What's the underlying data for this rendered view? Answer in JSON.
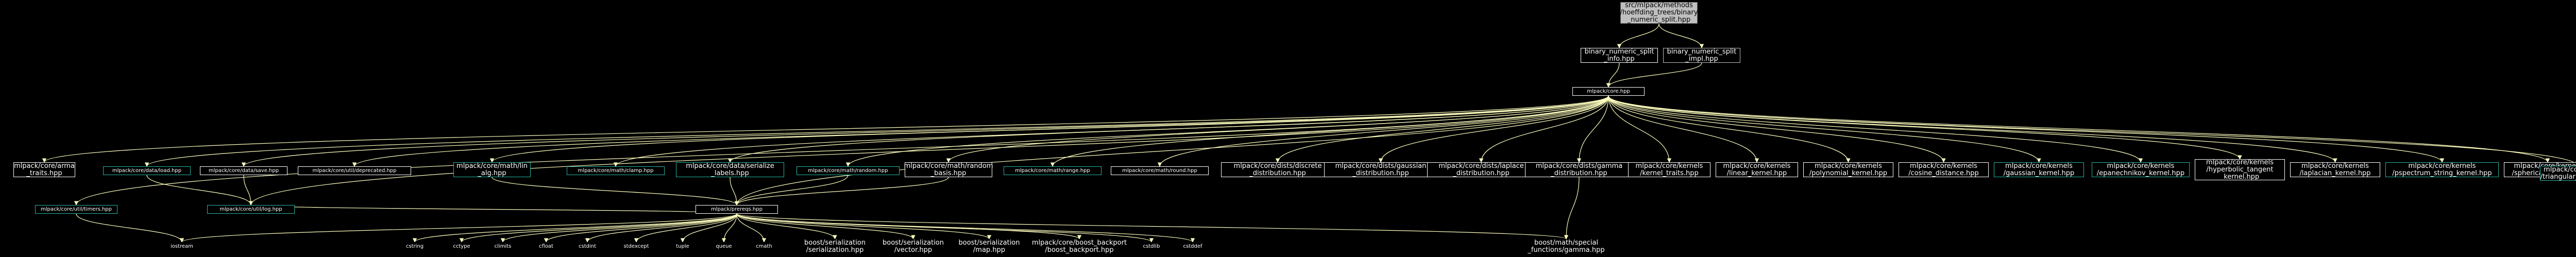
{
  "colors": {
    "background": "#000000",
    "edge": "#ffffbf",
    "normal_border": "#ffffff",
    "documented_border": "#26b5a4",
    "root_fill": "#bfbfbf"
  },
  "nodes": [
    {
      "id": "root",
      "label": "src/mlpack/methods\n/hoeffding_trees/binary\n_numeric_split.hpp",
      "kind": "root"
    },
    {
      "id": "bns_info",
      "label": "binary_numeric_split\n_info.hpp",
      "kind": "normal"
    },
    {
      "id": "bns_impl",
      "label": "binary_numeric_split\n_impl.hpp",
      "kind": "plain"
    },
    {
      "id": "core",
      "label": "mlpack/core.hpp",
      "kind": "normal"
    },
    {
      "id": "arma_traits",
      "label": "mlpack/core/arma\n_traits.hpp",
      "kind": "normal"
    },
    {
      "id": "data_load",
      "label": "mlpack/core/data/load.hpp",
      "kind": "doc"
    },
    {
      "id": "data_save",
      "label": "mlpack/core/data/save.hpp",
      "kind": "normal"
    },
    {
      "id": "deprecated",
      "label": "mlpack/core/util/deprecated.hpp",
      "kind": "normal"
    },
    {
      "id": "timers",
      "label": "mlpack/core/util/timers.hpp",
      "kind": "doc"
    },
    {
      "id": "log",
      "label": "mlpack/core/util/log.hpp",
      "kind": "doc"
    },
    {
      "id": "math_lin_alg",
      "label": "mlpack/core/math/lin\n_alg.hpp",
      "kind": "doc"
    },
    {
      "id": "math_clamp",
      "label": "mlpack/core/math/clamp.hpp",
      "kind": "doc"
    },
    {
      "id": "serialize_labels",
      "label": "mlpack/core/data/serialize\n_labels.hpp",
      "kind": "doc"
    },
    {
      "id": "math_random",
      "label": "mlpack/core/math/random.hpp",
      "kind": "doc"
    },
    {
      "id": "random_basis",
      "label": "mlpack/core/math/random\n_basis.hpp",
      "kind": "normal"
    },
    {
      "id": "math_range",
      "label": "mlpack/core/math/range.hpp",
      "kind": "doc"
    },
    {
      "id": "math_round",
      "label": "mlpack/core/math/round.hpp",
      "kind": "normal"
    },
    {
      "id": "discrete_dist",
      "label": "mlpack/core/dists/discrete\n_distribution.hpp",
      "kind": "normal"
    },
    {
      "id": "gaussian_dist",
      "label": "mlpack/core/dists/gaussian\n_distribution.hpp",
      "kind": "normal"
    },
    {
      "id": "laplace_dist",
      "label": "mlpack/core/dists/laplace\n_distribution.hpp",
      "kind": "normal"
    },
    {
      "id": "gamma_dist",
      "label": "mlpack/core/dists/gamma\n_distribution.hpp",
      "kind": "normal"
    },
    {
      "id": "kernel_traits",
      "label": "mlpack/core/kernels\n/kernel_traits.hpp",
      "kind": "normal"
    },
    {
      "id": "linear_kernel",
      "label": "mlpack/core/kernels\n/linear_kernel.hpp",
      "kind": "normal"
    },
    {
      "id": "polynomial_kernel",
      "label": "mlpack/core/kernels\n/polynomial_kernel.hpp",
      "kind": "normal"
    },
    {
      "id": "cosine_distance",
      "label": "mlpack/core/kernels\n/cosine_distance.hpp",
      "kind": "normal"
    },
    {
      "id": "gaussian_kernel",
      "label": "mlpack/core/kernels\n/gaussian_kernel.hpp",
      "kind": "doc"
    },
    {
      "id": "epanechnikov",
      "label": "mlpack/core/kernels\n/epanechnikov_kernel.hpp",
      "kind": "doc"
    },
    {
      "id": "hyperbolic",
      "label": "mlpack/core/kernels\n/hyperbolic_tangent\n_kernel.hpp",
      "kind": "normal"
    },
    {
      "id": "laplacian",
      "label": "mlpack/core/kernels\n/laplacian_kernel.hpp",
      "kind": "normal"
    },
    {
      "id": "pspectrum",
      "label": "mlpack/core/kernels\n/pspectrum_string_kernel.hpp",
      "kind": "doc"
    },
    {
      "id": "spherical",
      "label": "mlpack/core/kernels\n/spherical_kernel.hpp",
      "kind": "normal"
    },
    {
      "id": "triangular",
      "label": "mlpack/core/kernels\n/triangular_kernel.hpp",
      "kind": "doc"
    },
    {
      "id": "prereqs",
      "label": "mlpack/prereqs.hpp",
      "kind": "normal"
    },
    {
      "id": "iostream",
      "label": "iostream",
      "kind": "sys"
    },
    {
      "id": "cstring",
      "label": "cstring",
      "kind": "sys"
    },
    {
      "id": "cctype",
      "label": "cctype",
      "kind": "sys"
    },
    {
      "id": "climits",
      "label": "climits",
      "kind": "sys"
    },
    {
      "id": "cfloat",
      "label": "cfloat",
      "kind": "sys"
    },
    {
      "id": "cstdint",
      "label": "cstdint",
      "kind": "sys"
    },
    {
      "id": "stdexcept",
      "label": "stdexcept",
      "kind": "sys"
    },
    {
      "id": "tuple",
      "label": "tuple",
      "kind": "sys"
    },
    {
      "id": "queue",
      "label": "queue",
      "kind": "sys"
    },
    {
      "id": "cmath",
      "label": "cmath",
      "kind": "sys"
    },
    {
      "id": "ser_serialization",
      "label": "boost/serialization\n/serialization.hpp",
      "kind": "sys"
    },
    {
      "id": "ser_vector",
      "label": "boost/serialization\n/vector.hpp",
      "kind": "sys"
    },
    {
      "id": "ser_map",
      "label": "boost/serialization\n/map.hpp",
      "kind": "sys"
    },
    {
      "id": "boost_backport",
      "label": "mlpack/core/boost_backport\n/boost_backport.hpp",
      "kind": "sys"
    },
    {
      "id": "cstdlib",
      "label": "cstdlib",
      "kind": "sys"
    },
    {
      "id": "cstddef",
      "label": "cstddef",
      "kind": "sys"
    },
    {
      "id": "gamma_hpp",
      "label": "boost/math/special\n_functions/gamma.hpp",
      "kind": "sys"
    }
  ],
  "edges": [
    [
      "root",
      "bns_info"
    ],
    [
      "root",
      "bns_impl"
    ],
    [
      "bns_info",
      "core"
    ],
    [
      "bns_impl",
      "core"
    ],
    [
      "core",
      "arma_traits"
    ],
    [
      "core",
      "data_load"
    ],
    [
      "core",
      "data_save"
    ],
    [
      "core",
      "deprecated"
    ],
    [
      "core",
      "timers"
    ],
    [
      "core",
      "log"
    ],
    [
      "core",
      "math_lin_alg"
    ],
    [
      "core",
      "math_clamp"
    ],
    [
      "core",
      "serialize_labels"
    ],
    [
      "core",
      "math_random"
    ],
    [
      "core",
      "random_basis"
    ],
    [
      "core",
      "math_range"
    ],
    [
      "core",
      "math_round"
    ],
    [
      "core",
      "discrete_dist"
    ],
    [
      "core",
      "gaussian_dist"
    ],
    [
      "core",
      "laplace_dist"
    ],
    [
      "core",
      "gamma_dist"
    ],
    [
      "core",
      "kernel_traits"
    ],
    [
      "core",
      "linear_kernel"
    ],
    [
      "core",
      "polynomial_kernel"
    ],
    [
      "core",
      "cosine_distance"
    ],
    [
      "core",
      "gaussian_kernel"
    ],
    [
      "core",
      "epanechnikov"
    ],
    [
      "core",
      "hyperbolic"
    ],
    [
      "core",
      "laplacian"
    ],
    [
      "core",
      "pspectrum"
    ],
    [
      "core",
      "spherical"
    ],
    [
      "core",
      "triangular"
    ],
    [
      "core",
      "prereqs"
    ],
    [
      "data_load",
      "log"
    ],
    [
      "data_save",
      "log"
    ],
    [
      "timers",
      "iostream"
    ],
    [
      "math_lin_alg",
      "prereqs"
    ],
    [
      "serialize_labels",
      "prereqs"
    ],
    [
      "math_random",
      "prereqs"
    ],
    [
      "random_basis",
      "prereqs"
    ],
    [
      "log",
      "prereqs"
    ],
    [
      "prereqs",
      "iostream"
    ],
    [
      "prereqs",
      "cstring"
    ],
    [
      "prereqs",
      "cctype"
    ],
    [
      "prereqs",
      "climits"
    ],
    [
      "prereqs",
      "cfloat"
    ],
    [
      "prereqs",
      "cstdint"
    ],
    [
      "prereqs",
      "stdexcept"
    ],
    [
      "prereqs",
      "tuple"
    ],
    [
      "prereqs",
      "queue"
    ],
    [
      "prereqs",
      "cmath"
    ],
    [
      "prereqs",
      "ser_serialization"
    ],
    [
      "prereqs",
      "ser_vector"
    ],
    [
      "prereqs",
      "ser_map"
    ],
    [
      "prereqs",
      "boost_backport"
    ],
    [
      "prereqs",
      "cstdlib"
    ],
    [
      "prereqs",
      "cstddef"
    ],
    [
      "prereqs",
      "gamma_hpp"
    ],
    [
      "gamma_dist",
      "gamma_hpp"
    ]
  ]
}
